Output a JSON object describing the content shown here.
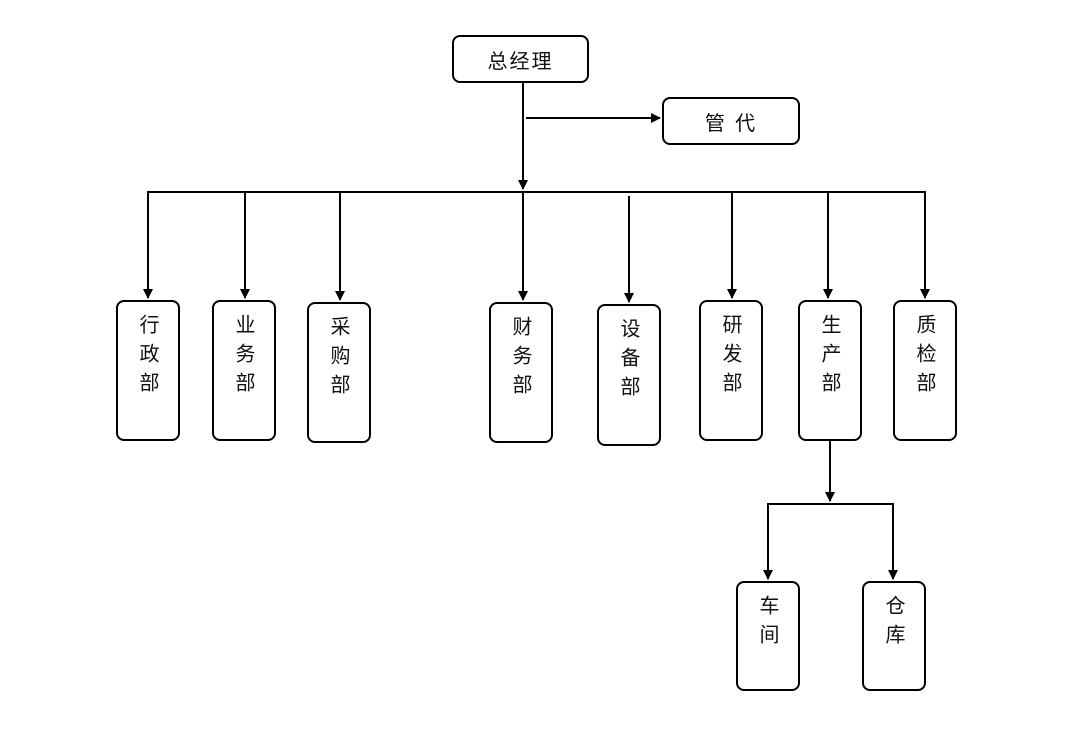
{
  "colors": {
    "line": "#000000",
    "box_border": "#000000",
    "box_fill": "#ffffff",
    "text": "#111111"
  },
  "org_chart": {
    "root": {
      "label": "总经理"
    },
    "staff": {
      "label": "管 代"
    },
    "departments": [
      {
        "id": "admin",
        "label": "行政部"
      },
      {
        "id": "business",
        "label": "业务部"
      },
      {
        "id": "purchasing",
        "label": "采购部"
      },
      {
        "id": "finance",
        "label": "财务部"
      },
      {
        "id": "equipment",
        "label": "设备部"
      },
      {
        "id": "rnd",
        "label": "研发部"
      },
      {
        "id": "production",
        "label": "生产部"
      },
      {
        "id": "quality",
        "label": "质检部"
      }
    ],
    "production_units": [
      {
        "id": "workshop",
        "label": "车间"
      },
      {
        "id": "warehouse",
        "label": "仓库"
      }
    ]
  }
}
